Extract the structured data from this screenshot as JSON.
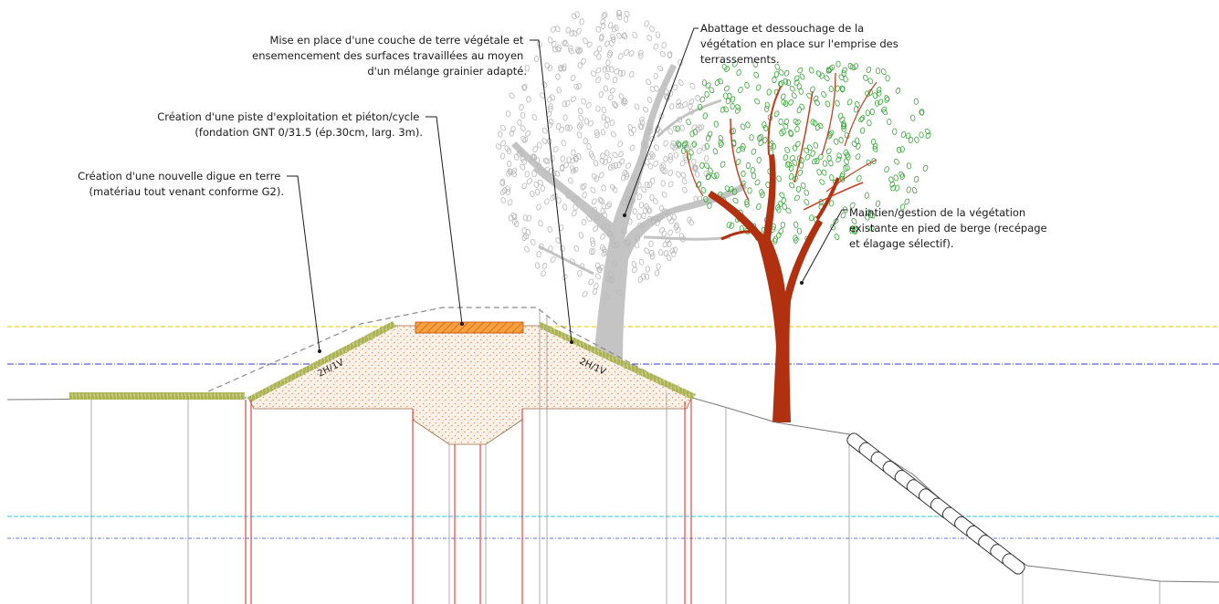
{
  "annotations": {
    "topsoil": {
      "lines": [
        "Mise en place d'une couche de terre végétale et",
        "ensemencement des surfaces travaillées au moyen",
        "d'un mélange grainier adapté."
      ]
    },
    "track": {
      "lines": [
        "Création d'une piste d'exploitation et piéton/cycle",
        "(fondation GNT 0/31.5 (ép.30cm, larg. 3m)."
      ]
    },
    "dike": {
      "lines": [
        "Création d'une nouvelle digue en terre",
        "(matériau tout venant conforme G2)."
      ]
    },
    "clearing": {
      "lines": [
        "Abattage et dessouchage de la",
        "végétation en place sur l'emprise des",
        "terrassements."
      ]
    },
    "vegetation": {
      "lines": [
        "Maintien/gestion de la végétation",
        "existante en pied de berge (recépage",
        "et élagage sélectif)."
      ]
    }
  },
  "slope_labels": {
    "left": "2H/1V",
    "right": "2H/1V"
  },
  "colors": {
    "water_yellow": "#e8c400",
    "water_blue": "#3a3ac8",
    "water_cyan": "#2ac8e8",
    "water_blue2": "#5a7ae0",
    "fill_dots": "#e8a070",
    "grass": "#9aa040",
    "track": "#f08a20",
    "tree_removed": "#c0c0c0",
    "tree_kept": "#b03010",
    "leaf_green": "#3aa83a",
    "pile_red": "#e02020"
  },
  "icons": {
    "tree_removed": "grey-tree-icon",
    "tree_kept": "red-tree-icon",
    "riprap": "riprap-blocks-icon"
  }
}
